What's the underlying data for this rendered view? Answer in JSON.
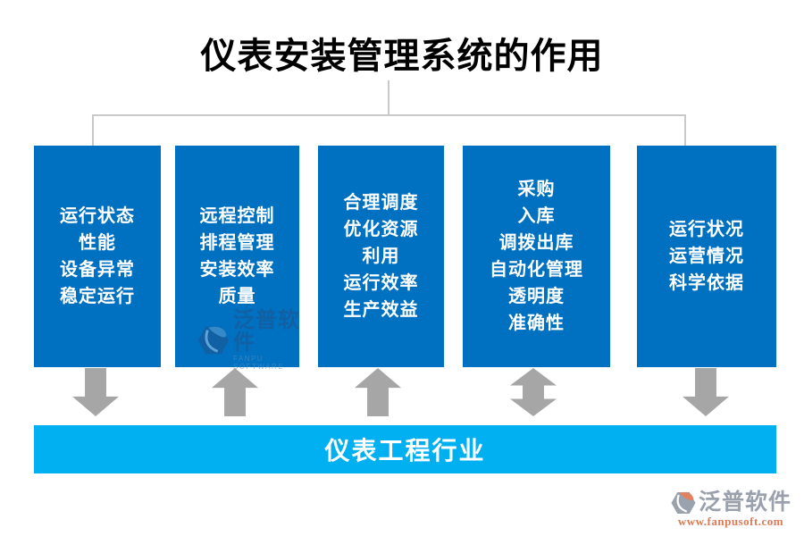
{
  "title": "仪表安装管理系统的作用",
  "colors": {
    "box_blue": "#0070C0",
    "bar_cyan": "#00B0F0",
    "arrow_gray": "#A6A6A6",
    "connector_gray": "#C9C9C9",
    "brand_gray": "#9AA0AC",
    "brand_orange": "#DD7B57"
  },
  "boxes": [
    {
      "lines": [
        "运行状态",
        "性能",
        "设备异常",
        "稳定运行"
      ],
      "arrow": "down"
    },
    {
      "lines": [
        "远程控制",
        "排程管理",
        "安装效率",
        "质量"
      ],
      "arrow": "up"
    },
    {
      "lines": [
        "合理调度",
        "优化资源",
        "利用",
        "运行效率",
        "生产效益"
      ],
      "arrow": "up"
    },
    {
      "lines": [
        "采购",
        "入库",
        "调拨出库",
        "自动化管理",
        "透明度",
        "准确性"
      ],
      "arrow": "updown"
    },
    {
      "lines": [
        "运行状况",
        "运营情况",
        "科学依据"
      ],
      "arrow": "down"
    }
  ],
  "bottom_bar": {
    "label": "仪表工程行业"
  },
  "watermark": {
    "brand": "泛普软件",
    "subtitle": "FANPU SOFTWARE"
  },
  "footer_logo": {
    "brand": "泛普软件",
    "url": "www.fanpusoft.com"
  }
}
